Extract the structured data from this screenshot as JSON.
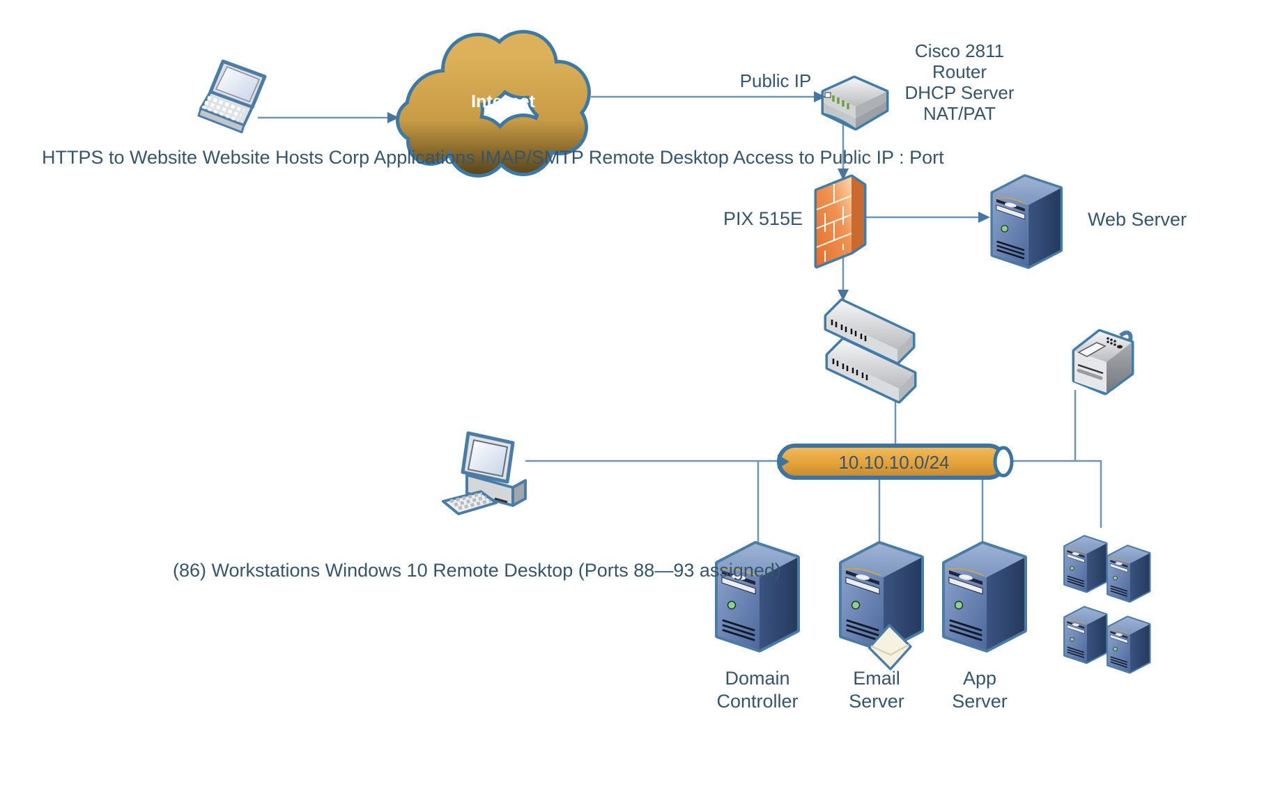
{
  "nodes": {
    "internet": {
      "label": "Internet"
    },
    "public_ip": {
      "label": "Public IP"
    },
    "router": {
      "lines": [
        "Cisco 2811",
        "Router",
        "DHCP Server",
        "NAT/PAT"
      ]
    },
    "firewall": {
      "label": "PIX 515E"
    },
    "web_server": {
      "label": "Web Server"
    },
    "bus": {
      "label": "10.10.10.0/24"
    },
    "domain_controller": {
      "lines": [
        "Domain",
        "Controller"
      ]
    },
    "email_server": {
      "lines": [
        "Email",
        "Server"
      ]
    },
    "app_server": {
      "lines": [
        "App",
        "Server"
      ]
    }
  },
  "notes": {
    "internet_access": [
      "HTTPS to Website",
      "Website Hosts Corp Applications",
      "IMAP/SMTP",
      "Remote Desktop Access to Public",
      "IP : Port"
    ],
    "workstations": [
      "(86) Workstations",
      "Windows 10",
      "Remote Desktop (Ports 88—93 assigned)"
    ]
  },
  "colors": {
    "label_text": "#33566e",
    "connector": "#6b94b5",
    "arrow": "#48759e",
    "outline_blue": "#4a7da6",
    "bus_fill": "#e8a93e",
    "firewall_orange": "#e9772f",
    "server_blue": "#4a6b9b",
    "cloud_gold": "#c99a45"
  }
}
